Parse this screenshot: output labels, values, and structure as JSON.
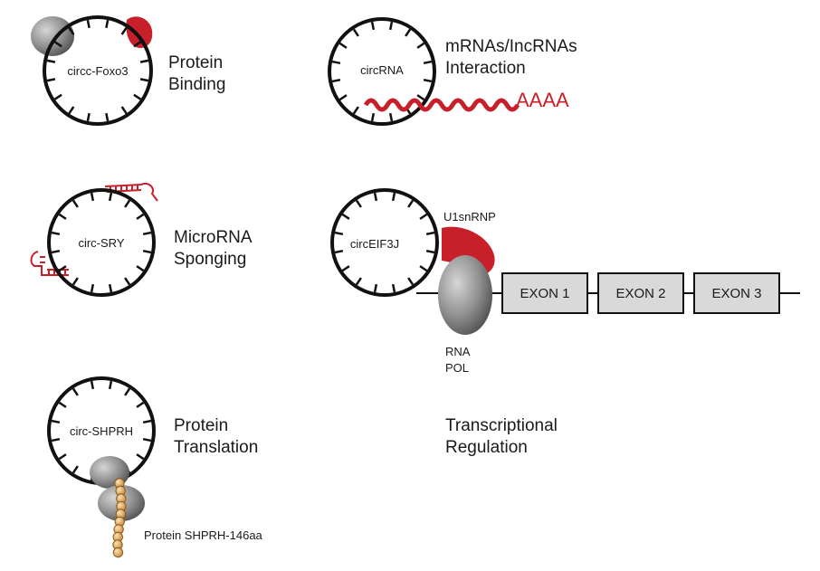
{
  "panels": {
    "protein_binding": {
      "circle_label": "circc-Foxo3",
      "title_line1": "Protein",
      "title_line2": "Binding"
    },
    "interaction": {
      "circle_label": "circRNA",
      "title_line1": "mRNAs/IncRNAs",
      "title_line2": "Interaction",
      "polya": "AAAA"
    },
    "sponging": {
      "circle_label": "circ-SRY",
      "title_line1": "MicroRNA",
      "title_line2": "Sponging"
    },
    "transcription": {
      "circle_label": "circEIF3J",
      "u1_label": "U1snRNP",
      "pol_line1": "RNA",
      "pol_line2": "POL",
      "exons": [
        "EXON 1",
        "EXON 2",
        "EXON 3"
      ],
      "title_line1": "Transcriptional",
      "title_line2": "Regulation"
    },
    "translation": {
      "circle_label": "circ-SHPRH",
      "title_line1": "Protein",
      "title_line2": "Translation",
      "peptide_label": "Protein SHPRH-146aa"
    }
  },
  "colors": {
    "rna_red": "#c8202a",
    "protein_gray": "#8c8c8c",
    "exon_fill": "#d9d9d9",
    "bead_orange": "#e8b66a",
    "outline": "#111111"
  }
}
